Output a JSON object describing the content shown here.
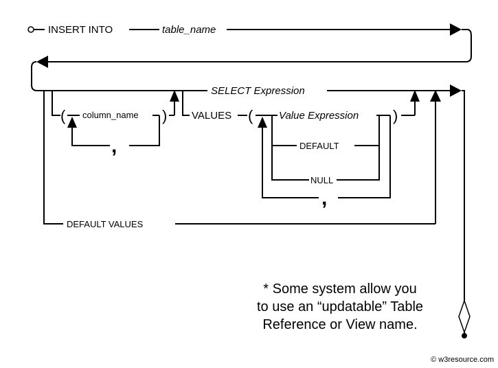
{
  "diagram": {
    "insert_into": "INSERT INTO",
    "table_name": "table_name",
    "select_expression": "SELECT Expression",
    "open_paren": "(",
    "close_paren": ")",
    "column_name": "column_name",
    "comma": ",",
    "values": "VALUES",
    "value_expression": "Value Expression",
    "default": "DEFAULT",
    "null": "NULL",
    "default_values": "DEFAULT VALUES"
  },
  "note": {
    "line1": "* Some system allow you",
    "line2": "to use an “updatable” Table",
    "line3": "Reference or View name."
  },
  "copyright": "© w3resource.com"
}
